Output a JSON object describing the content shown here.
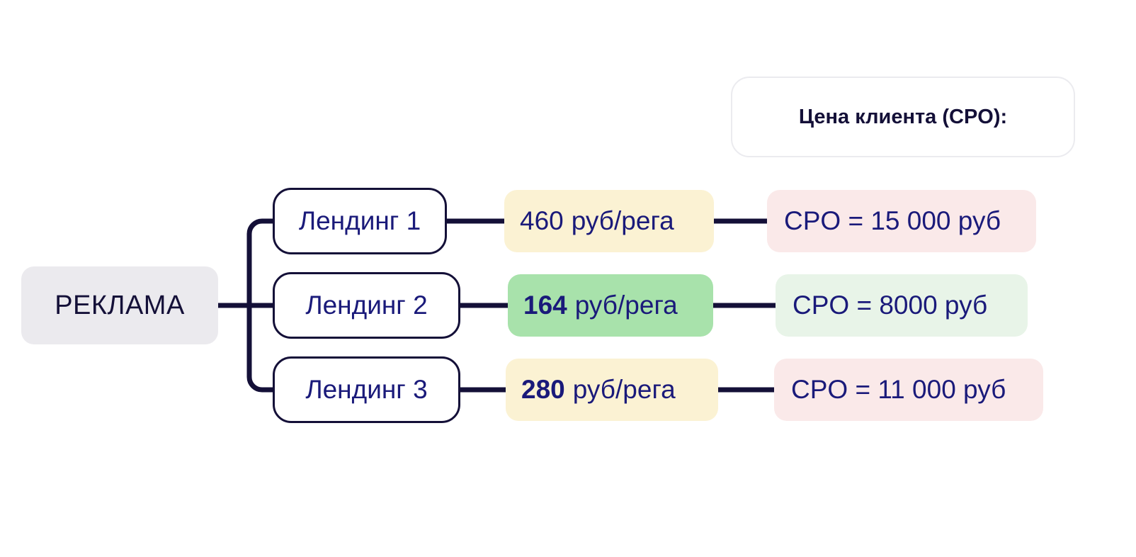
{
  "legend": {
    "title": "Цена клиента (CPO):"
  },
  "source": {
    "label": "РЕКЛАМА"
  },
  "branches": [
    {
      "landing_label": "Лендинг 1",
      "cost_number": "460",
      "cost_number_bold": false,
      "cost_unit": "руб/рега",
      "cost_bg": "#fbf2d3",
      "cpo_label": "CPO = 15 000 руб",
      "cpo_bg": "#fae9e9"
    },
    {
      "landing_label": "Лендинг 2",
      "cost_number": "164",
      "cost_number_bold": true,
      "cost_unit": "руб/рега",
      "cost_bg": "#a8e2ab",
      "cpo_label": "CPO = 8000 руб",
      "cpo_bg": "#e8f4e8"
    },
    {
      "landing_label": "Лендинг 3",
      "cost_number": "280",
      "cost_number_bold": true,
      "cost_unit": "руб/рега",
      "cost_bg": "#fbf2d3",
      "cpo_label": "CPO = 11 000 руб",
      "cpo_bg": "#fae9e9"
    }
  ],
  "colors": {
    "ink": "#141038",
    "text_blue": "#1a1a7a",
    "source_bg": "#ebeaee",
    "connector": "#141038",
    "page_bg": "#ffffff"
  }
}
